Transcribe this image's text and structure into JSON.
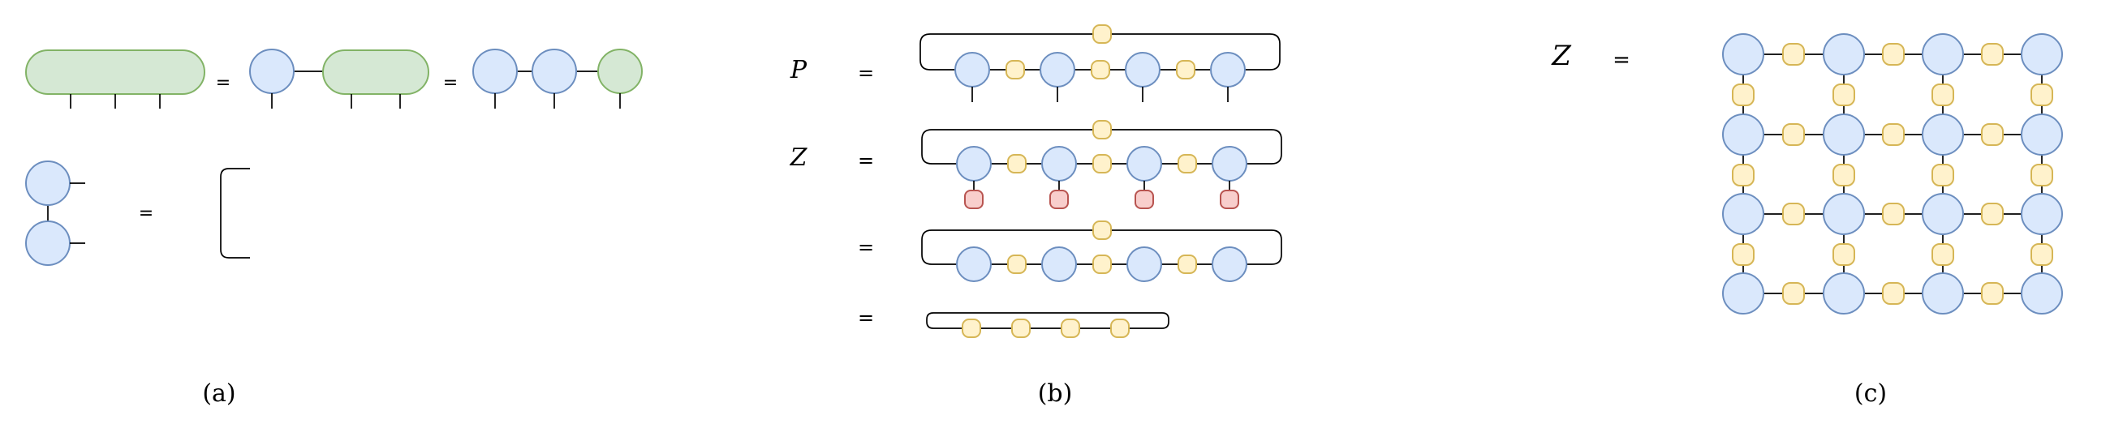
{
  "panel_a": {
    "equals_sign": "=",
    "caption": "(a)"
  },
  "panel_b": {
    "label_p": "P",
    "label_z": "Z",
    "equals_sign": "=",
    "caption": "(b)"
  },
  "panel_c": {
    "label_z": "Z",
    "equals_sign": "=",
    "caption": "(c)"
  },
  "colors": {
    "site_node_fill": "#dae8fc",
    "site_node_stroke": "#6c8ebf",
    "bond_node_fill": "#fff2cc",
    "bond_node_stroke": "#d6b656",
    "projection_node_fill": "#f8cecc",
    "projection_node_stroke": "#b85450",
    "merged_tensor_fill": "#d5e8d4",
    "merged_tensor_stroke": "#82b366"
  }
}
